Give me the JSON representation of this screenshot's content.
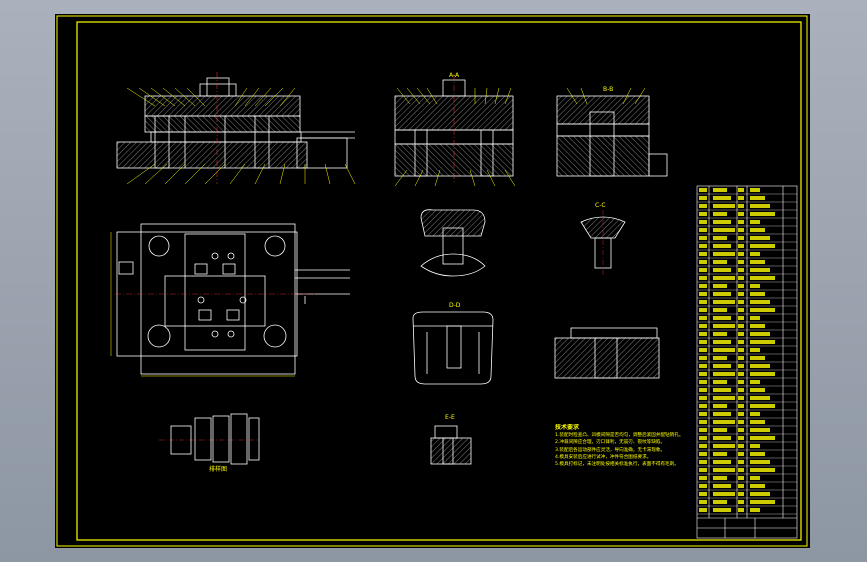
{
  "colors": {
    "background": "#000000",
    "frame": "#ffff00",
    "part_line": "#ffffff",
    "dimension": "#ffff00",
    "centerline": "#ff3030",
    "hatch": "#cfcfcf",
    "window": "#9aa2ae"
  },
  "notes": {
    "title": "技术要求",
    "items": [
      "1.装配时检查凸、凹模间隙是否均匀，调整后紧固并配钻销孔。",
      "2.冲裁间隙应合理，刃口锋利，无崩刃、裂纹等缺陷。",
      "3.装配后各运动部件应灵活，导向准确，无卡滞现象。",
      "4.模具安装后应进行试冲，冲件符合图纸要求。",
      "5.模具打标记，未注明处按相关标准执行，表面不得有毛刺。"
    ]
  },
  "section_labels": {
    "view_a": "A-A",
    "view_b": "B-B",
    "view_c": "C-C",
    "view_d": "D-D",
    "view_e": "E-E",
    "strip": "排样图"
  }
}
